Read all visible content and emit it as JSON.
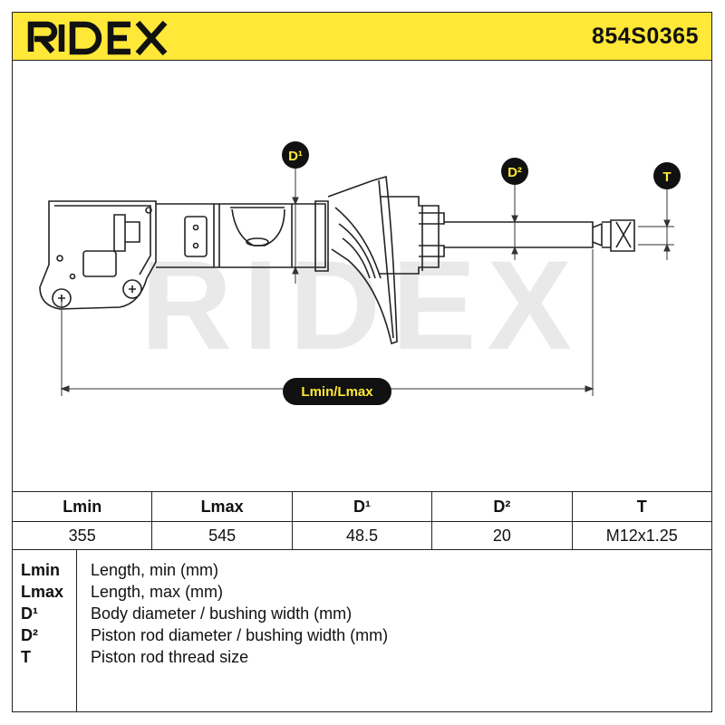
{
  "brand": "RIDEX",
  "part_number": "854S0365",
  "watermark": "RIDEX",
  "drawing": {
    "d1_label": "D¹",
    "d2_label": "D²",
    "t_label": "T",
    "length_label": "Lmin/Lmax"
  },
  "specs": {
    "headers": [
      "Lmin",
      "Lmax",
      "D¹",
      "D²",
      "T"
    ],
    "values": [
      "355",
      "545",
      "48.5",
      "20",
      "M12x1.25"
    ]
  },
  "legend": [
    {
      "key": "Lmin",
      "desc": "Length, min (mm)"
    },
    {
      "key": "Lmax",
      "desc": "Length, max (mm)"
    },
    {
      "key": "D¹",
      "desc": "Body diameter / bushing width (mm)"
    },
    {
      "key": "D²",
      "desc": "Piston rod diameter / bushing width (mm)"
    },
    {
      "key": "T",
      "desc": "Piston rod thread size"
    }
  ],
  "colors": {
    "accent": "#ffe838",
    "line": "#222222",
    "watermark": "#e6e6e6"
  }
}
